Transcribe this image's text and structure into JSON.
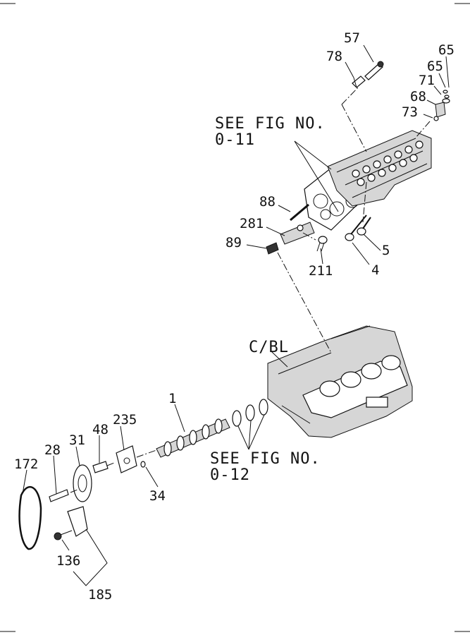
{
  "diagram": {
    "references": {
      "head_ref_line1": "SEE FIG NO.",
      "head_ref_line2": "0-11",
      "block_ref_line1": "SEE FIG NO.",
      "block_ref_line2": "0-12",
      "block_label": "C/BL"
    },
    "callouts": {
      "p57": "57",
      "p78": "78",
      "p65a": "65",
      "p65b": "65",
      "p71": "71",
      "p68": "68",
      "p73": "73",
      "p88": "88",
      "p281": "281",
      "p89": "89",
      "p211": "211",
      "p5": "5",
      "p4": "4",
      "p1": "1",
      "p235": "235",
      "p48": "48",
      "p31": "31",
      "p28": "28",
      "p172": "172",
      "p34": "34",
      "p136": "136",
      "p185": "185"
    }
  }
}
